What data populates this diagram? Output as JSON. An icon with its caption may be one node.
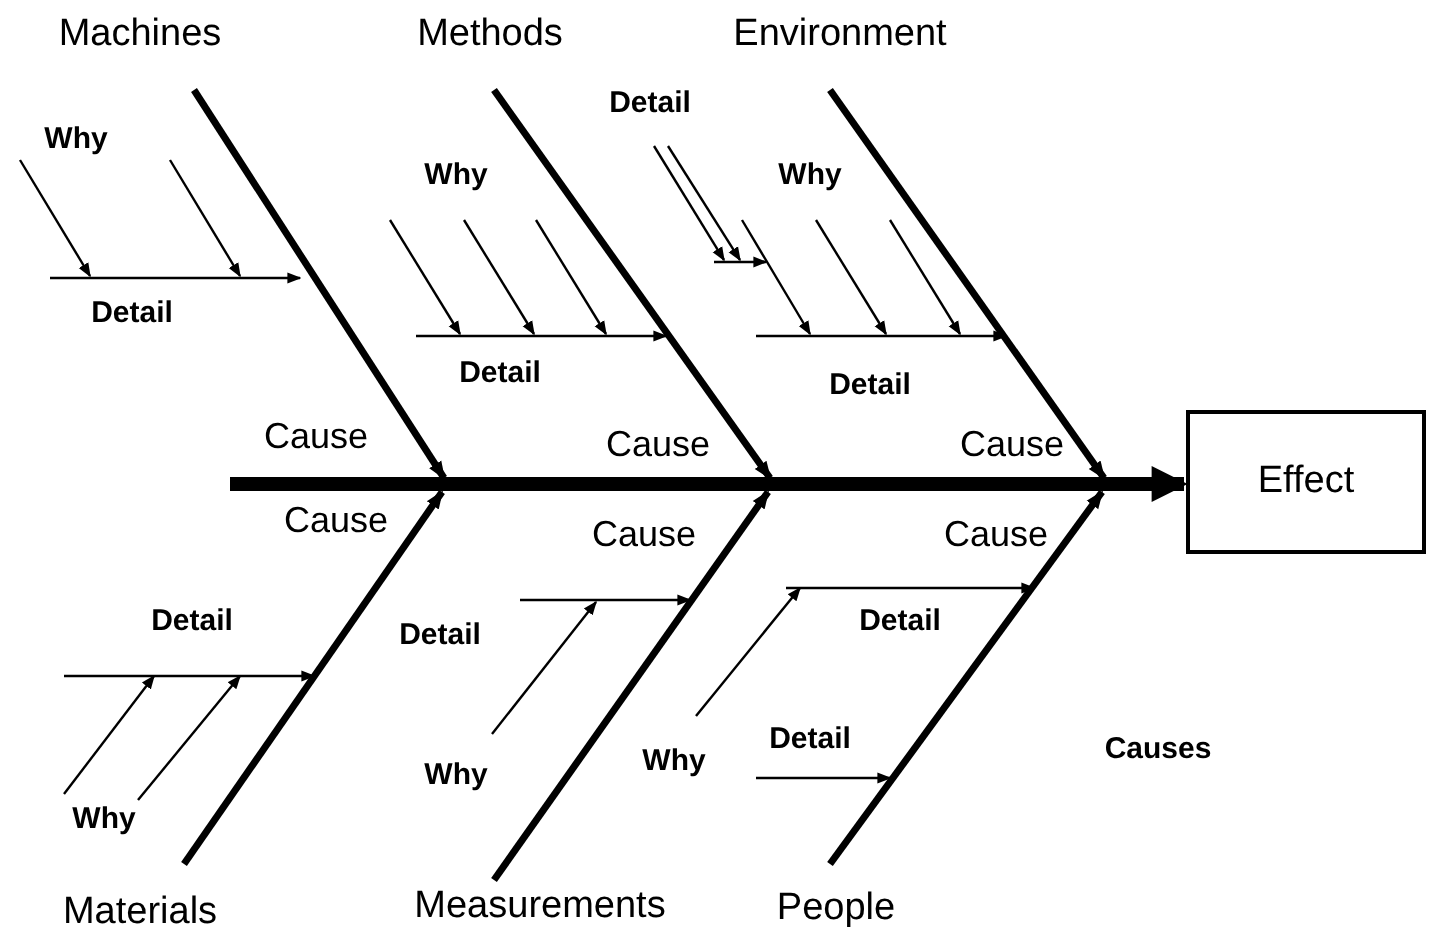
{
  "diagram": {
    "nodes": [
      {
        "text": [
          "Machines"
        ]
      },
      {
        "text": [
          "Methods"
        ]
      },
      {
        "text": [
          "Environment"
        ]
      },
      {
        "text": [
          "Materials"
        ]
      },
      {
        "text": [
          "Measurements"
        ]
      },
      {
        "text": [
          "People"
        ]
      },
      {
        "text": [
          "Effect"
        ]
      }
    ],
    "edges": [
      {
        "from": 0,
        "to": null,
        "arrow": "to"
      },
      {
        "from": 1,
        "to": null,
        "arrow": "to"
      },
      {
        "from": 2,
        "to": null,
        "arrow": "to"
      },
      {
        "from": 3,
        "to": null,
        "arrow": "to"
      },
      {
        "from": 4,
        "to": null,
        "arrow": "to"
      },
      {
        "from": 5,
        "to": null,
        "arrow": "to"
      },
      {
        "from": null,
        "to": 6,
        "arrow": "to",
        "style": "thick"
      }
    ],
    "labels": [
      "Detail",
      "Why",
      "Why",
      "Why",
      "Detail",
      "Detail",
      "Detail",
      "Cause",
      "Cause",
      "Cause",
      "Cause",
      "Cause",
      "Cause",
      "Detail",
      "Detail",
      "Detail",
      "Detail",
      "Causes",
      "Why",
      "Why",
      "Why"
    ]
  }
}
